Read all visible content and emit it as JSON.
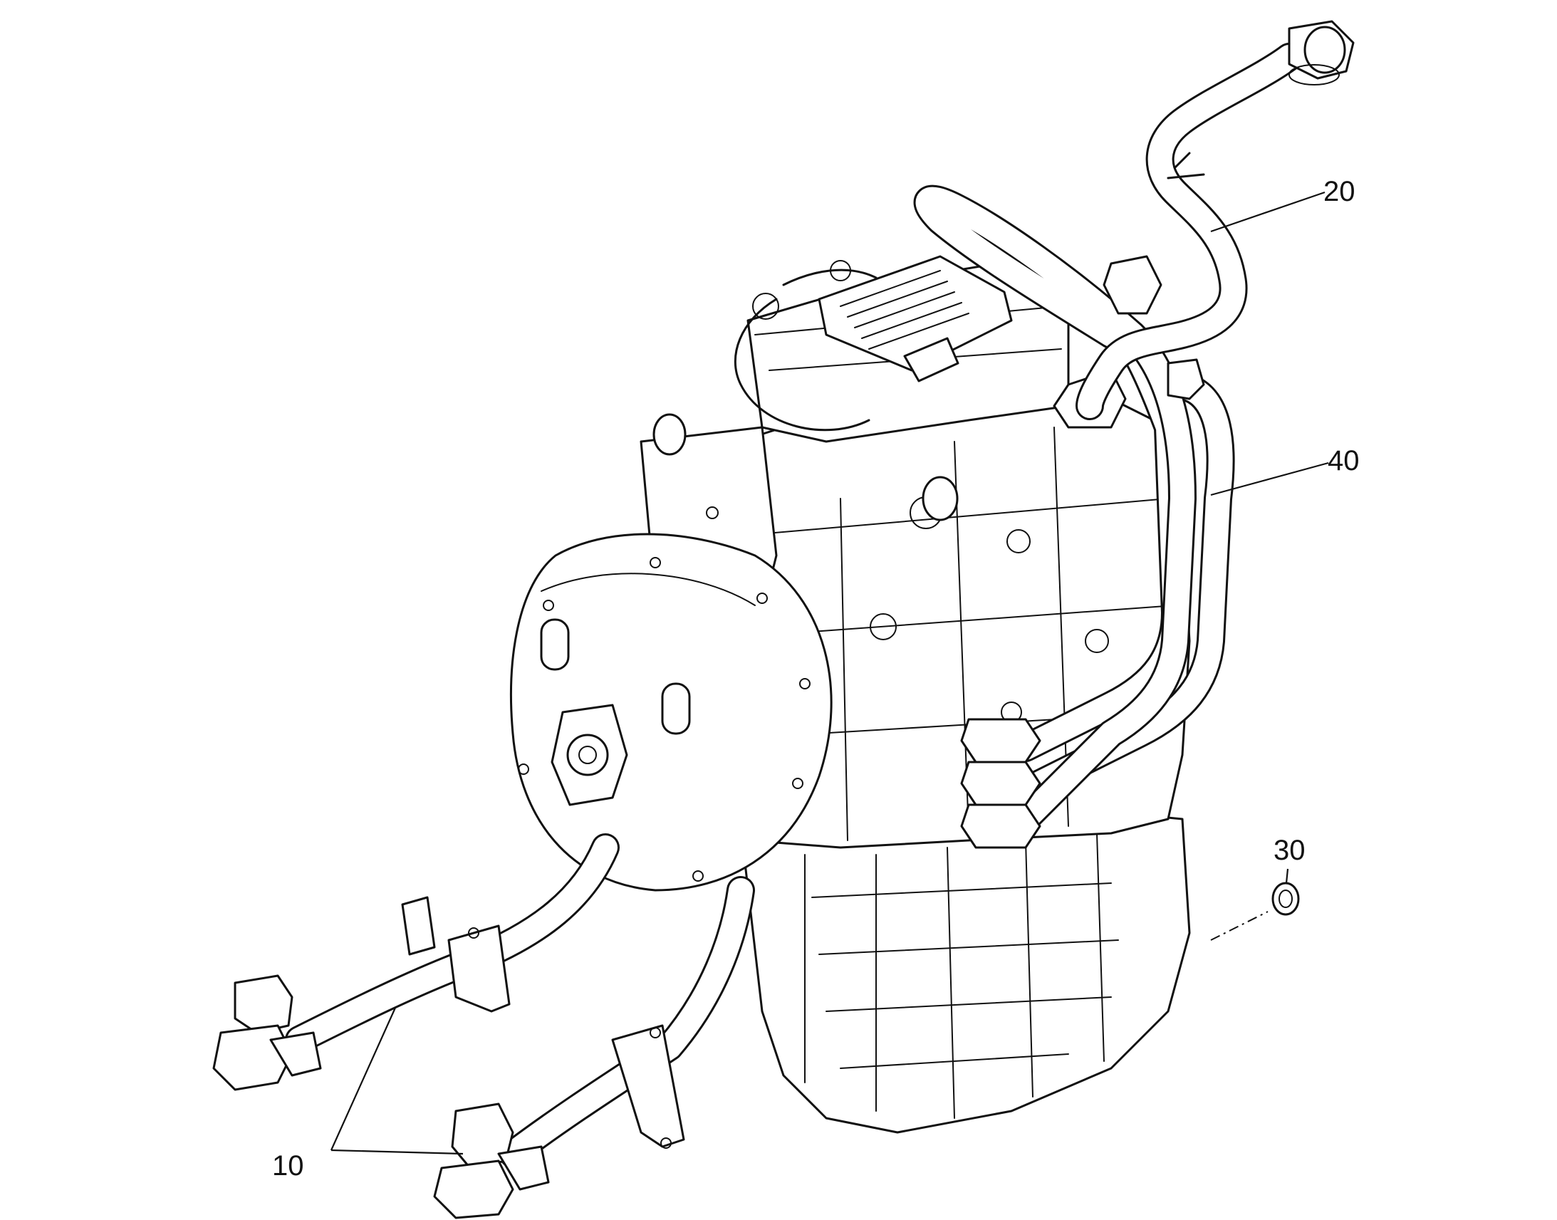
{
  "callouts": {
    "c10": "10",
    "c20": "20",
    "c30": "30",
    "c40": "40"
  },
  "colors": {
    "line": "#111111",
    "background": "#ffffff"
  }
}
